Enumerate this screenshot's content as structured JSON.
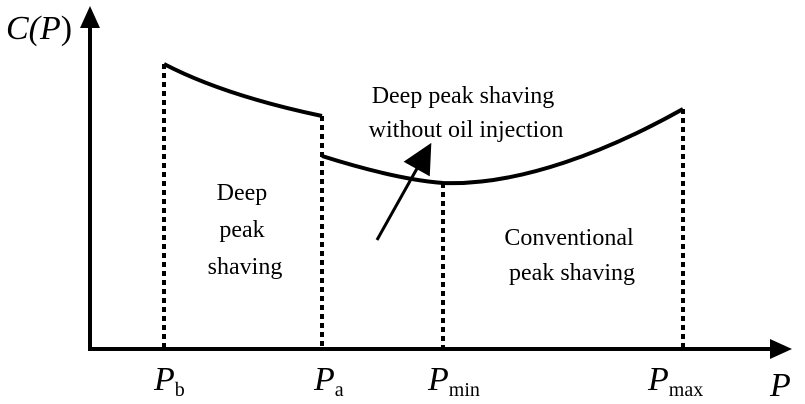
{
  "axes": {
    "y_label": {
      "main": "C(",
      "var": "P",
      "close": ")"
    },
    "x_label": "P"
  },
  "ticks": [
    {
      "main": "P",
      "sub": "b"
    },
    {
      "main": "P",
      "sub": "a"
    },
    {
      "main": "P",
      "sub": "min"
    },
    {
      "main": "P",
      "sub": "max"
    }
  ],
  "regions": {
    "deep": [
      "Deep",
      "peak",
      "shaving"
    ],
    "deep_no_oil": [
      "Deep peak shaving",
      "without oil injection"
    ],
    "conventional": [
      "Conventional",
      "peak shaving"
    ]
  },
  "colors": {
    "ink": "#000000",
    "background": "#ffffff"
  }
}
